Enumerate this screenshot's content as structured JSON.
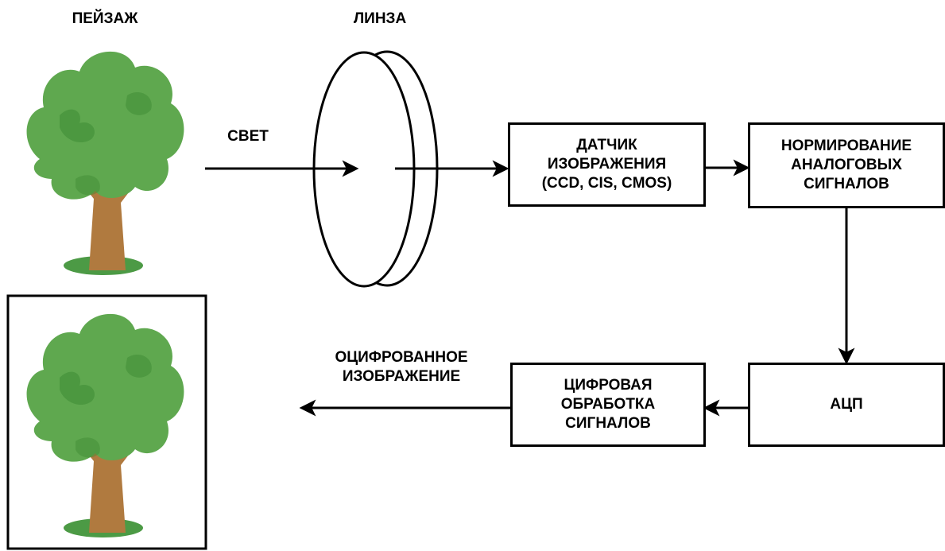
{
  "labels": {
    "landscape": "ПЕЙЗАЖ",
    "lens": "ЛИНЗА",
    "light": "СВЕТ",
    "digitized_line1": "ОЦИФРОВАННОЕ",
    "digitized_line2": "ИЗОБРАЖЕНИЕ"
  },
  "boxes": {
    "sensor": {
      "line1": "ДАТЧИК",
      "line2": "ИЗОБРАЖЕНИЯ",
      "line3": "(CCD, CIS, CMOS)"
    },
    "conditioning": {
      "line1": "НОРМИРОВАНИЕ",
      "line2": "АНАЛОГОВЫХ",
      "line3": "СИГНАЛОВ"
    },
    "adc": {
      "line1": "АЦП"
    },
    "dsp": {
      "line1": "ЦИФРОВАЯ",
      "line2": "ОБРАБОТКА",
      "line3": "СИГНАЛОВ"
    }
  },
  "colors": {
    "foliage": "#5fa84f",
    "foliage_dark": "#3d8a34",
    "trunk": "#b07a3f",
    "grass": "#4c9a45",
    "stroke": "#000000"
  }
}
